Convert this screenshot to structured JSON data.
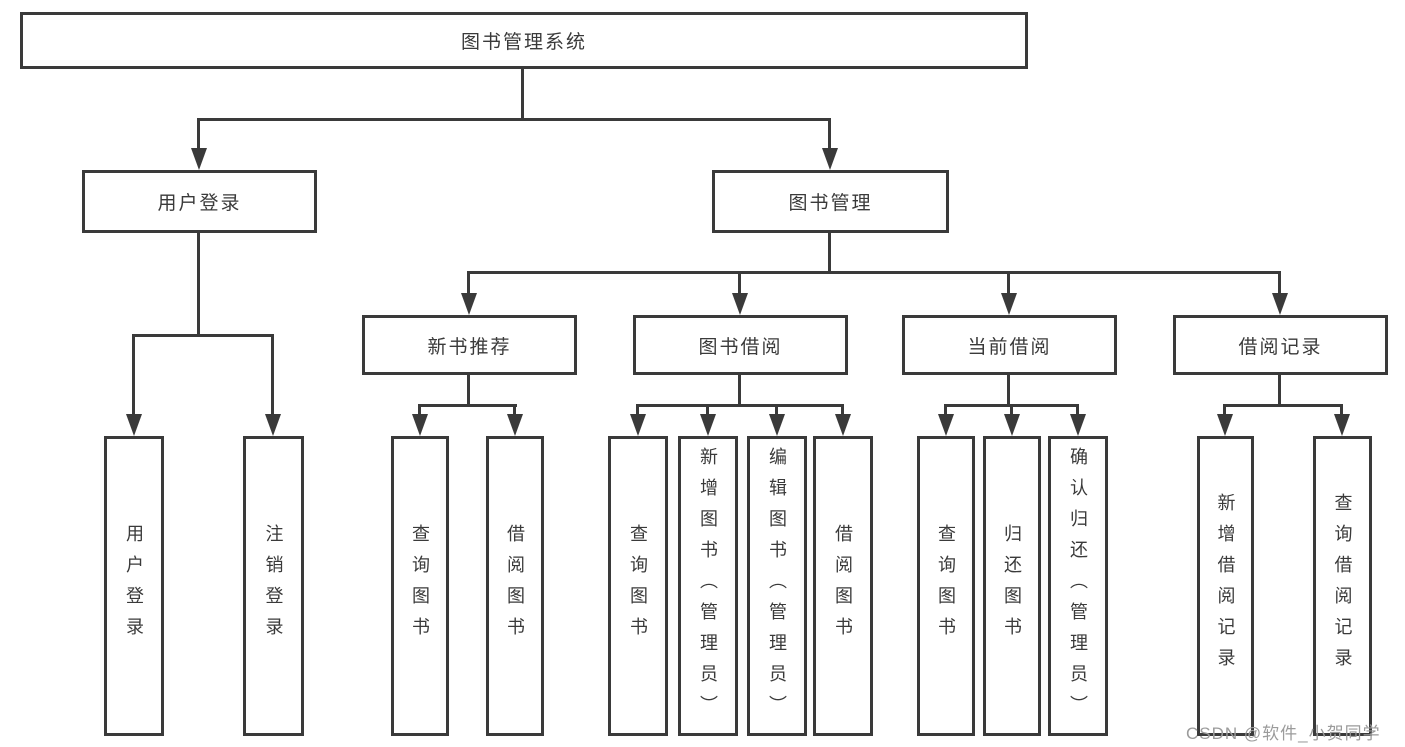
{
  "diagram_type": "hierarchy",
  "colors": {
    "line": "#3a3a3a",
    "node_border": "#3a3a3a",
    "node_fill": "#ffffff",
    "text": "#3a3a3a",
    "watermark": "#9b9b9b",
    "background": "#ffffff"
  },
  "tree": {
    "label": "图书管理系统",
    "children": [
      {
        "label": "用户登录",
        "children": [
          {
            "label": "用户登录"
          },
          {
            "label": "注销登录"
          }
        ]
      },
      {
        "label": "图书管理",
        "children": [
          {
            "label": "新书推荐",
            "children": [
              {
                "label": "查询图书"
              },
              {
                "label": "借阅图书"
              }
            ]
          },
          {
            "label": "图书借阅",
            "children": [
              {
                "label": "查询图书"
              },
              {
                "label": "新增图书（管理员）"
              },
              {
                "label": "编辑图书（管理员）"
              },
              {
                "label": "借阅图书"
              }
            ]
          },
          {
            "label": "当前借阅",
            "children": [
              {
                "label": "查询图书"
              },
              {
                "label": "归还图书"
              },
              {
                "label": "确认归还（管理员）"
              }
            ]
          },
          {
            "label": "借阅记录",
            "children": [
              {
                "label": "新增借阅记录"
              },
              {
                "label": "查询借阅记录"
              }
            ]
          }
        ]
      }
    ]
  },
  "watermark": {
    "text": "CSDN @软件_小贺同学"
  }
}
